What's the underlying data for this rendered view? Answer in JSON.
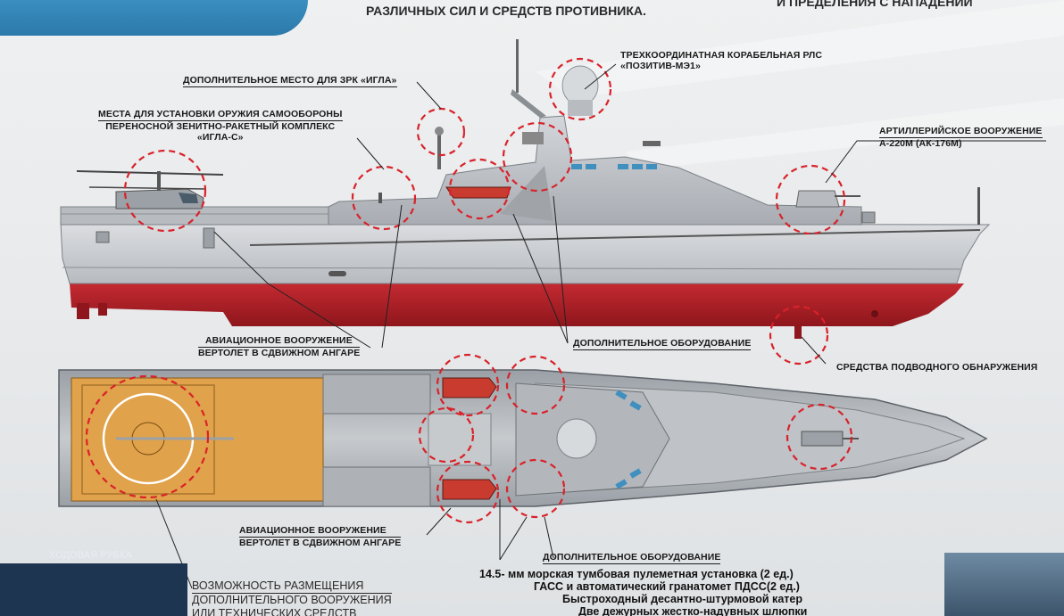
{
  "header": {
    "top_center": "РАЗЛИЧНЫХ СИЛ И СРЕДСТВ ПРОТИВНИКА.",
    "top_right": "И ПРЕДЕЛЕНИЯ С НАПАДЕНИЙ"
  },
  "labels": {
    "radar_1": "ТРЕХКООРДИНАТНАЯ КОРАБЕЛЬНАЯ РЛС",
    "radar_2": "«ПОЗИТИВ-МЭ1»",
    "igla_extra": "ДОПОЛНИТЕЛЬНОЕ МЕСТО ДЛЯ ЗРК «ИГЛА»",
    "self_defense_1": "МЕСТА ДЛЯ УСТАНОВКИ ОРУЖИЯ САМООБОРОНЫ",
    "self_defense_2": "ПЕРЕНОСНОЙ ЗЕНИТНО-РАКЕТНЫЙ КОМПЛЕКС",
    "self_defense_3": "«ИГЛА-С»",
    "artillery_1": "АРТИЛЛЕРИЙСКОЕ ВООРУЖЕНИЕ",
    "artillery_2": "А-220М (АК-176М)",
    "aviation_top_1": "АВИАЦИОННОЕ ВООРУЖЕНИЕ",
    "aviation_top_2": "ВЕРТОЛЕТ В СДВИЖНОМ АНГАРЕ",
    "extra_equipment_top": "ДОПОЛНИТЕЛЬНОЕ ОБОРУДОВАНИЕ",
    "underwater": "СРЕДСТВА ПОДВОДНОГО ОБНАРУЖЕНИЯ",
    "aviation_bottom_1": "АВИАЦИОННОЕ ВООРУЖЕНИЕ",
    "aviation_bottom_2": "ВЕРТОЛЕТ В СДВИЖНОМ АНГАРЕ",
    "extra_equipment_bottom": "ДОПОЛНИТЕЛЬНОЕ ОБОРУДОВАНИЕ",
    "bridge": "ХОДОВАЯ РУБКА",
    "possibility_1": "ВОЗМОЖНОСТЬ РАЗМЕЩЕНИЯ",
    "possibility_2": "ДОПОЛНИТЕЛЬНОГО ВООРУЖЕНИЯ",
    "possibility_3": "ИЛИ ТЕХНИЧЕСКИХ СРЕДСТВ"
  },
  "bottom_list": [
    "14.5- мм морская тумбовая пулеметная установка (2 ед.)",
    "ГАСС и автоматический гранатомет ПДСС(2 ед.)",
    "Быстроходный десантно-штурмовой катер",
    "Две дежурных жестко-надувных шлюпки"
  ],
  "colors": {
    "hull_grey": "#c9ccd0",
    "hull_red": "#b8232b",
    "deck_orange": "#e0a24a",
    "highlight_circle": "#d9222a",
    "accent_blue": "#2c79ab"
  }
}
